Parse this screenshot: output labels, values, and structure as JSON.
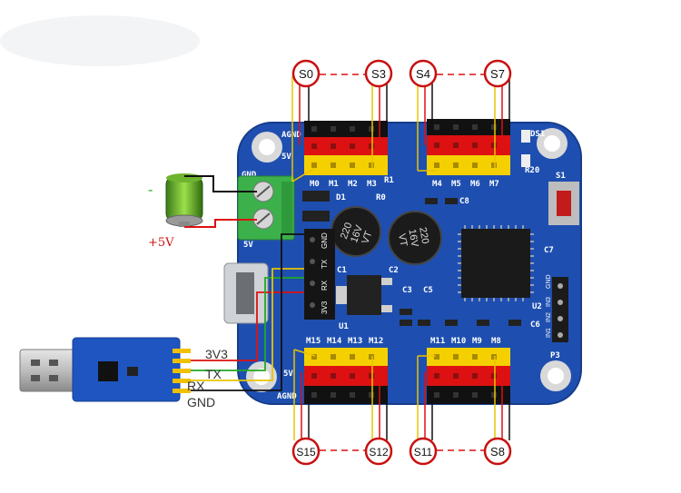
{
  "servo_labels": {
    "s0": "S0",
    "s3": "S3",
    "s4": "S4",
    "s7": "S7",
    "s15": "S15",
    "s12": "S12",
    "s11": "S11",
    "s8": "S8"
  },
  "wire_labels": {
    "v33": "3V3",
    "tx": "TX",
    "rx": "RX",
    "gnd": "GND"
  },
  "power": {
    "minus": "-",
    "plus": "+5V"
  },
  "board": {
    "top_left_pins": [
      "M0",
      "M1",
      "M2",
      "M3"
    ],
    "top_right_pins": [
      "M4",
      "M5",
      "M6",
      "M7"
    ],
    "bottom_left_pins": [
      "M15",
      "M14",
      "M13",
      "M12"
    ],
    "bottom_right_pins": [
      "M11",
      "M10",
      "M9",
      "M8"
    ],
    "agnd": "AGND",
    "gnd": "GND",
    "v5": "5V",
    "cap1_top": "220",
    "cap1_mid": "16V",
    "cap1_bot": "VT",
    "cap2_top": "220",
    "cap2_mid": "16V",
    "cap2_bot": "VT",
    "header": [
      "GND",
      "TX",
      "RX",
      "3V3"
    ],
    "c1": "C1",
    "c2": "C2",
    "c3": "C3",
    "c5": "C5",
    "c6": "C6",
    "c7": "C7",
    "c8": "C8",
    "u1": "U1",
    "u2": "U2",
    "r1": "R1",
    "r0": "R0",
    "r20": "R20",
    "ds1": "DS1",
    "s1": "S1",
    "d1": "D1",
    "p3": "P3",
    "pins_right": [
      "IN1",
      "IN2",
      "IN3",
      "GND"
    ]
  },
  "colors": {
    "board": "#1e4fb0",
    "servo_red": "#cc1111",
    "header_black": "#111111",
    "header_red": "#dd1111",
    "header_yellow": "#f5d000",
    "terminal": "#3cb04a",
    "wire_green": "#22aa22",
    "wire_yellow": "#e8c400",
    "wire_red": "#dd1111"
  }
}
